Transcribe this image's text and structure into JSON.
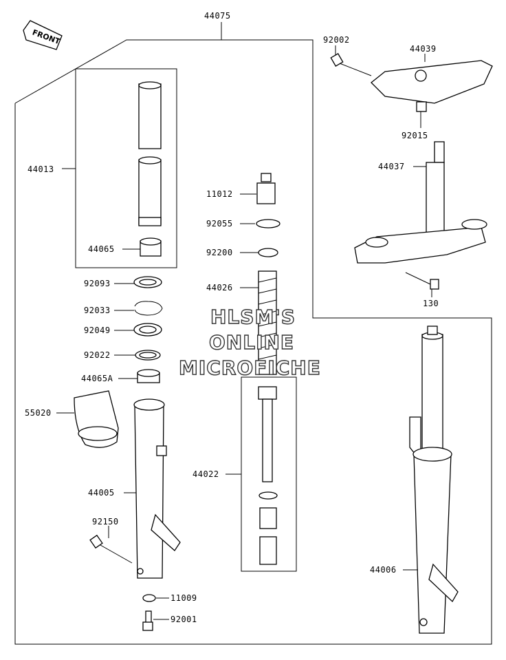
{
  "diagram": {
    "front_marker": "FRONT",
    "watermark": [
      "HLSM'S",
      "ONLINE",
      "MICROFICHE"
    ],
    "part_labels": {
      "p44075": "44075",
      "p92002": "92002",
      "p44039": "44039",
      "p92015": "92015",
      "p44037": "44037",
      "p130": "130",
      "p44013": "44013",
      "p44065": "44065",
      "p11012": "11012",
      "p92055": "92055",
      "p92200": "92200",
      "p44026": "44026",
      "p92093": "92093",
      "p92033": "92033",
      "p92049": "92049",
      "p92022": "92022",
      "p44065A": "44065A",
      "p55020": "55020",
      "p44022": "44022",
      "p44005": "44005",
      "p92150": "92150",
      "p44006": "44006",
      "p11009": "11009",
      "p92001": "92001"
    }
  }
}
